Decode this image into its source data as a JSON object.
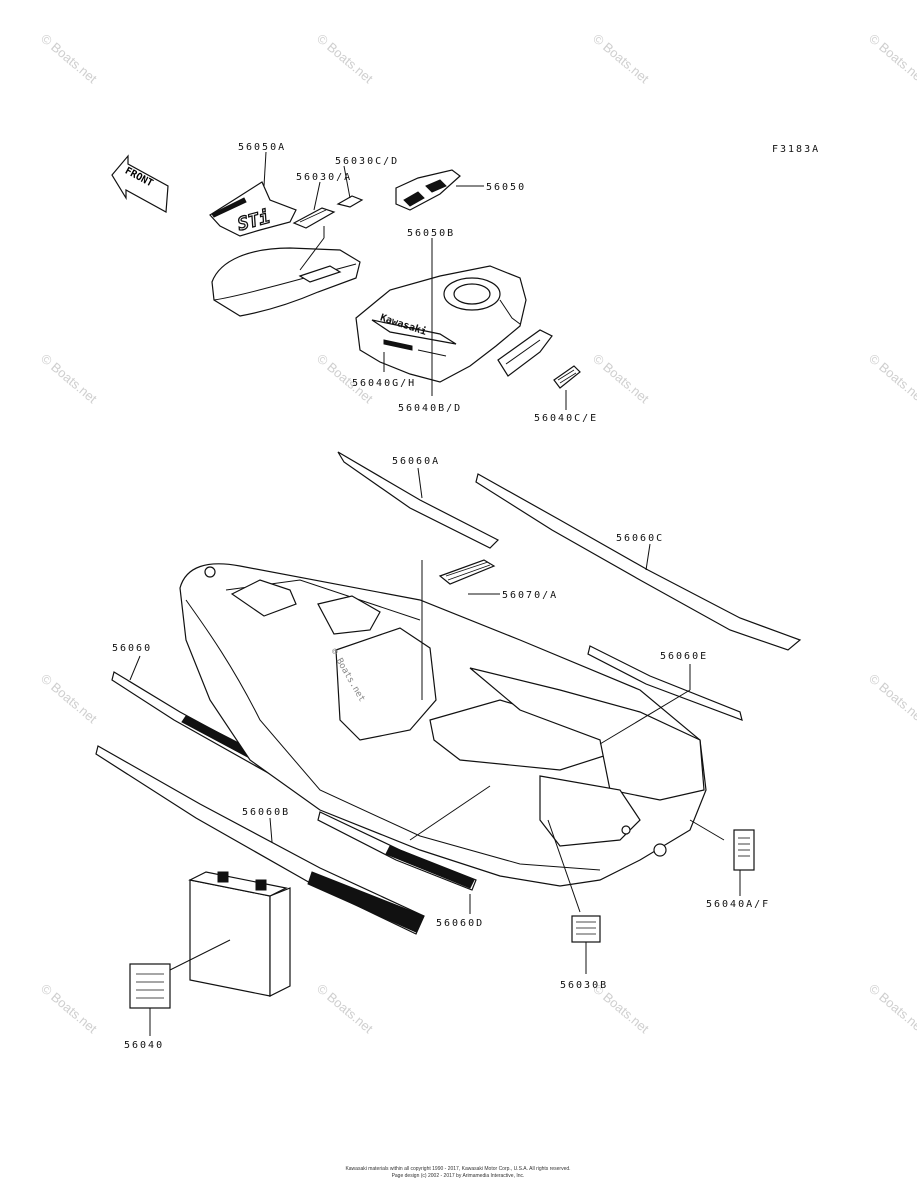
{
  "diagram": {
    "figure_code": "F3183A",
    "front_arrow_text": "FRONT",
    "decal_text_sti": "STi",
    "decal_text_kawasaki": "Kawasaki",
    "boats_net_center_mark": "© Boats.net",
    "copyright_line_1": "Kawasaki materials within all copyright 1990 - 2017, Kawasaki Motor Corp., U.S.A. All rights reserved.",
    "copyright_line_2": "Page design (c) 2002 - 2017 by Arimamedia Interactive, Inc."
  },
  "callouts": [
    {
      "id": "56050A",
      "text": "56050A"
    },
    {
      "id": "56030C_D",
      "text": "56030C/D"
    },
    {
      "id": "56030_A",
      "text": "56030/A"
    },
    {
      "id": "56050",
      "text": "56050"
    },
    {
      "id": "56050B",
      "text": "56050B"
    },
    {
      "id": "56040G_H",
      "text": "56040G/H"
    },
    {
      "id": "56040B_D",
      "text": "56040B/D"
    },
    {
      "id": "56040C_E",
      "text": "56040C/E"
    },
    {
      "id": "56060A",
      "text": "56060A"
    },
    {
      "id": "56060C",
      "text": "56060C"
    },
    {
      "id": "56070_A",
      "text": "56070/A"
    },
    {
      "id": "56060",
      "text": "56060"
    },
    {
      "id": "56060E",
      "text": "56060E"
    },
    {
      "id": "56060B",
      "text": "56060B"
    },
    {
      "id": "56060D",
      "text": "56060D"
    },
    {
      "id": "56040A_F",
      "text": "56040A/F"
    },
    {
      "id": "56030B",
      "text": "56030B"
    },
    {
      "id": "56040",
      "text": "56040"
    }
  ],
  "watermark": "© Boats.net"
}
